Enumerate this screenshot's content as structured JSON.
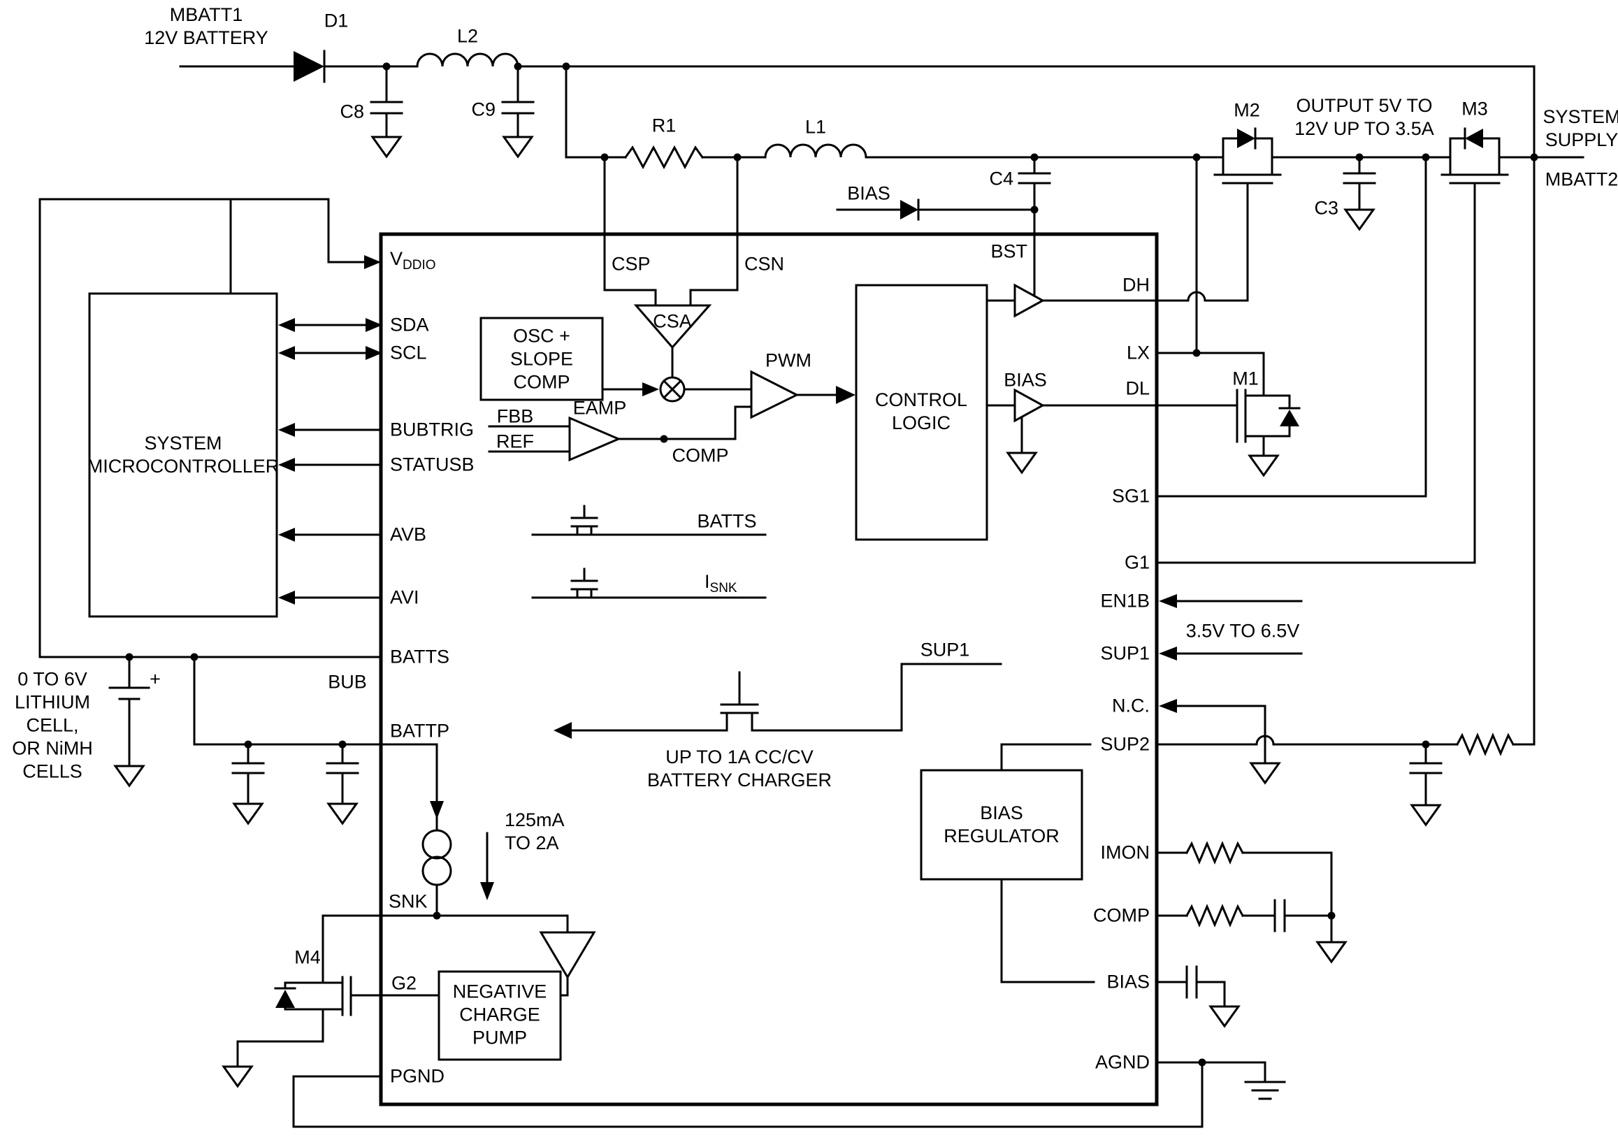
{
  "colors": {
    "line": "#000000",
    "background": "#ffffff"
  },
  "labels": {
    "mbatt1": "MBATT1\n12V BATTERY",
    "d1": "D1",
    "l2": "L2",
    "c8": "C8",
    "c9": "C9",
    "r1": "R1",
    "l1": "L1",
    "c4": "C4",
    "c3": "C3",
    "bias_diode": "BIAS",
    "m1": "M1",
    "m2": "M2",
    "m3": "M3",
    "m4": "M4",
    "output_rating": "OUTPUT 5V TO\n12V UP TO 3.5A",
    "system_supply": "SYSTEM\nSUPPLY",
    "mbatt2": "MBATT2",
    "sup1_range": "3.5V TO 6.5V",
    "battery_note": "0 TO 6V\nLITHIUM\nCELL,\nOR NiMH\nCELLS",
    "battery_plus": "+",
    "bub": "BUB",
    "microcontroller": "SYSTEM\nMICROCONTROLLER",
    "osc_block": "OSC +\nSLOPE\nCOMP",
    "csa": "CSA",
    "pwm": "PWM",
    "eamp": "EAMP",
    "fbb": "FBB",
    "ref": "REF",
    "comp_net": "COMP",
    "control_logic": "CONTROL\nLOGIC",
    "bias_internal": "BIAS",
    "batts_switch": "BATTS",
    "isnk_main": "I",
    "isnk_sub": "SNK",
    "sup1_internal": "SUP1",
    "charger_note": "UP TO 1A CC/CV\nBATTERY CHARGER",
    "current_range": "125mA\nTO 2A",
    "bias_regulator": "BIAS\nREGULATOR",
    "charge_pump": "NEGATIVE\nCHARGE\nPUMP"
  },
  "pins": {
    "left": {
      "vddio_main": "V",
      "vddio_sub": "DDIO",
      "sda": "SDA",
      "scl": "SCL",
      "bubtrig": "BUBTRIG",
      "statusb": "STATUSB",
      "avb": "AVB",
      "avi": "AVI",
      "batts": "BATTS",
      "battp": "BATTP",
      "snk": "SNK",
      "g2": "G2",
      "pgnd": "PGND"
    },
    "top": {
      "csp": "CSP",
      "csn": "CSN",
      "bst": "BST"
    },
    "right": {
      "dh": "DH",
      "lx": "LX",
      "dl": "DL",
      "sg1": "SG1",
      "g1": "G1",
      "en1b": "EN1B",
      "sup1": "SUP1",
      "nc": "N.C.",
      "sup2": "SUP2",
      "imon": "IMON",
      "comp": "COMP",
      "bias": "BIAS",
      "agnd": "AGND"
    }
  }
}
